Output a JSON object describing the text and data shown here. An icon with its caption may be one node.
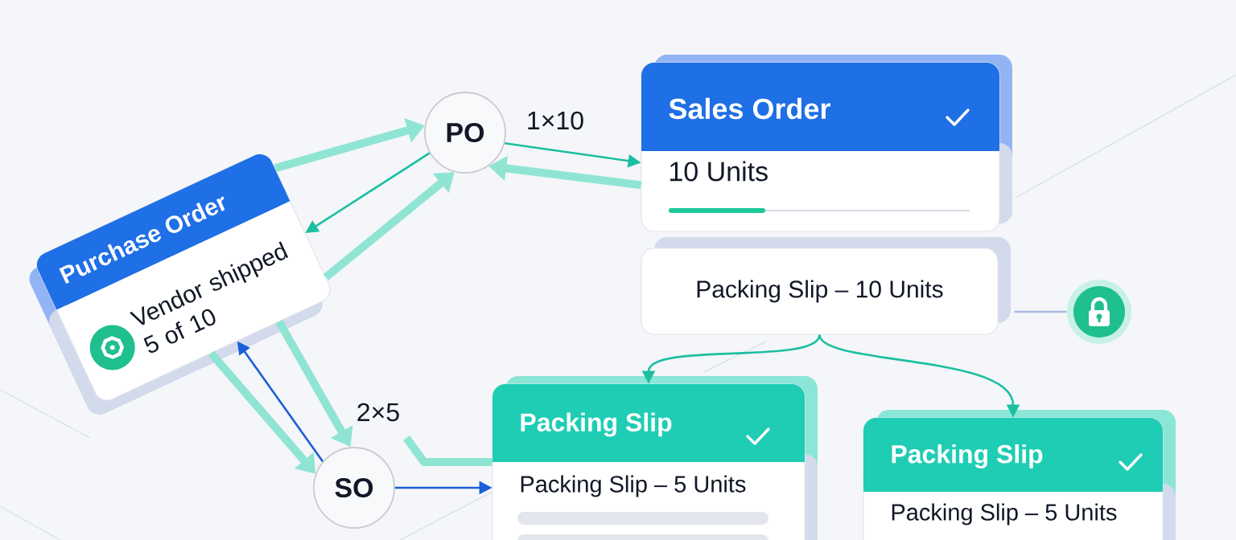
{
  "diagram": {
    "nodes": [
      {
        "text": [
          "Purchase Order",
          "Vendor shipped 5 of 10"
        ]
      },
      {
        "text": [
          "PO"
        ]
      },
      {
        "text": [
          "Sales Order",
          "10 Units"
        ]
      },
      {
        "text": [
          "Packing Slip – 10 Units"
        ]
      },
      {
        "text": [],
        "shape": "circle"
      },
      {
        "text": [
          "SO"
        ]
      },
      {
        "text": [
          "Packing Slip",
          "Packing Slip – 5 Units"
        ]
      },
      {
        "text": [
          "Packing Slip",
          "Packing Slip – 5 Units"
        ]
      }
    ],
    "edges": [
      {
        "from": 0,
        "to": 1,
        "arrow": "to",
        "style": "thick",
        "color": "#8fe4d3"
      },
      {
        "from": 1,
        "to": 0,
        "arrow": "to",
        "color": "#1cbfa2"
      },
      {
        "from": 0,
        "to": 1,
        "arrow": "to",
        "style": "thick",
        "color": "#8fe4d3"
      },
      {
        "from": 1,
        "to": 2,
        "arrow": "to",
        "label": "1×10",
        "color": "#1cbfa2"
      },
      {
        "from": 2,
        "to": 1,
        "arrow": "to",
        "style": "thick",
        "color": "#8fe4d3"
      },
      {
        "from": 3,
        "to": 4,
        "arrow": "none",
        "color": "#a9bbe3"
      },
      {
        "from": 3,
        "to": 6,
        "arrow": "to",
        "color": "#1cbfa2"
      },
      {
        "from": 3,
        "to": 7,
        "arrow": "to",
        "color": "#1cbfa2"
      },
      {
        "from": 5,
        "to": 0,
        "arrow": "to",
        "color": "#1a5fd6"
      },
      {
        "from": 0,
        "to": 5,
        "arrow": "to",
        "style": "thick",
        "color": "#8fe4d3",
        "label": "2×5"
      },
      {
        "from": 0,
        "to": 5,
        "arrow": "to",
        "style": "thick",
        "color": "#8fe4d3"
      },
      {
        "from": 5,
        "to": 6,
        "arrow": "to",
        "color": "#1a5fd6"
      },
      {
        "from": null,
        "to": 6,
        "arrow": "none",
        "style": "thick",
        "color": "#8fe4d3"
      }
    ]
  }
}
